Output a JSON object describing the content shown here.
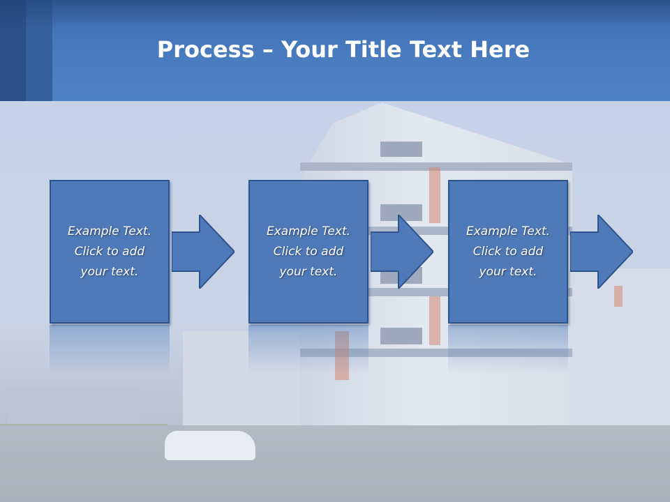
{
  "slide": {
    "title_bold": "Process",
    "title_rest": " – Your Title Text Here"
  },
  "steps": [
    {
      "text": "Example Text.\nClick  to add\nyour text."
    },
    {
      "text": "Example Text.\nClick  to add\nyour text."
    },
    {
      "text": "Example Text.\nClick  to add\nyour text."
    }
  ],
  "colors": {
    "header": "#4a7cc0",
    "box_fill": "#4f7ab9",
    "box_border": "#2e528a",
    "text": "#ffffff"
  },
  "icons": [
    "right-arrow-icon",
    "right-arrow-icon",
    "right-arrow-icon"
  ]
}
